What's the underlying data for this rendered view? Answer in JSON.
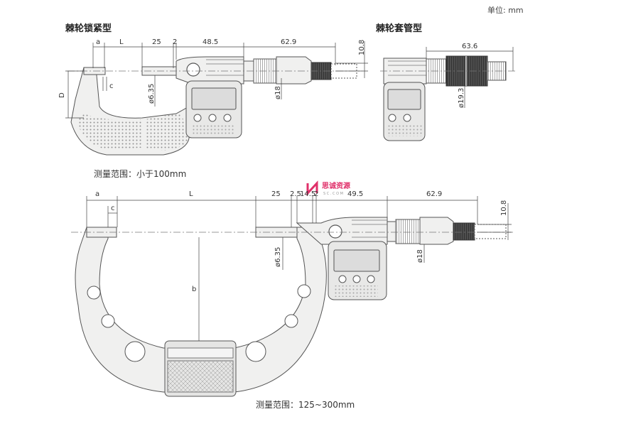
{
  "unit_label": "单位: mm",
  "views": {
    "top_left": {
      "title": "棘轮锁紧型",
      "range": "测量范围：小于100mm",
      "dims": {
        "a": "a",
        "L": "L",
        "d25": "25",
        "d2": "2",
        "d485": "48.5",
        "d629": "62.9",
        "d108": "10.8",
        "c": "c",
        "D": "D",
        "d635": "ø6.35",
        "d18": "ø18"
      }
    },
    "top_right": {
      "title": "棘轮套管型",
      "dims": {
        "d636": "63.6",
        "d193": "ø19.3"
      }
    },
    "bottom": {
      "range": "测量范围：125~300mm",
      "dims": {
        "a": "a",
        "c": "c",
        "L": "L",
        "d25": "25",
        "d25b": "2.5",
        "d145": "14.5",
        "d2": "2",
        "d495": "49.5",
        "d629": "62.9",
        "d108": "10.8",
        "d635": "ø6.35",
        "b": "b",
        "d18": "ø18"
      }
    }
  },
  "watermark": {
    "brand": "思诚资源",
    "sub": "S C . C O M"
  },
  "colors": {
    "body_fill": "#f0f0ef",
    "outline": "#555555",
    "dim_line": "#444444",
    "display": "#dcdcdc",
    "logo": "#e0306a"
  }
}
